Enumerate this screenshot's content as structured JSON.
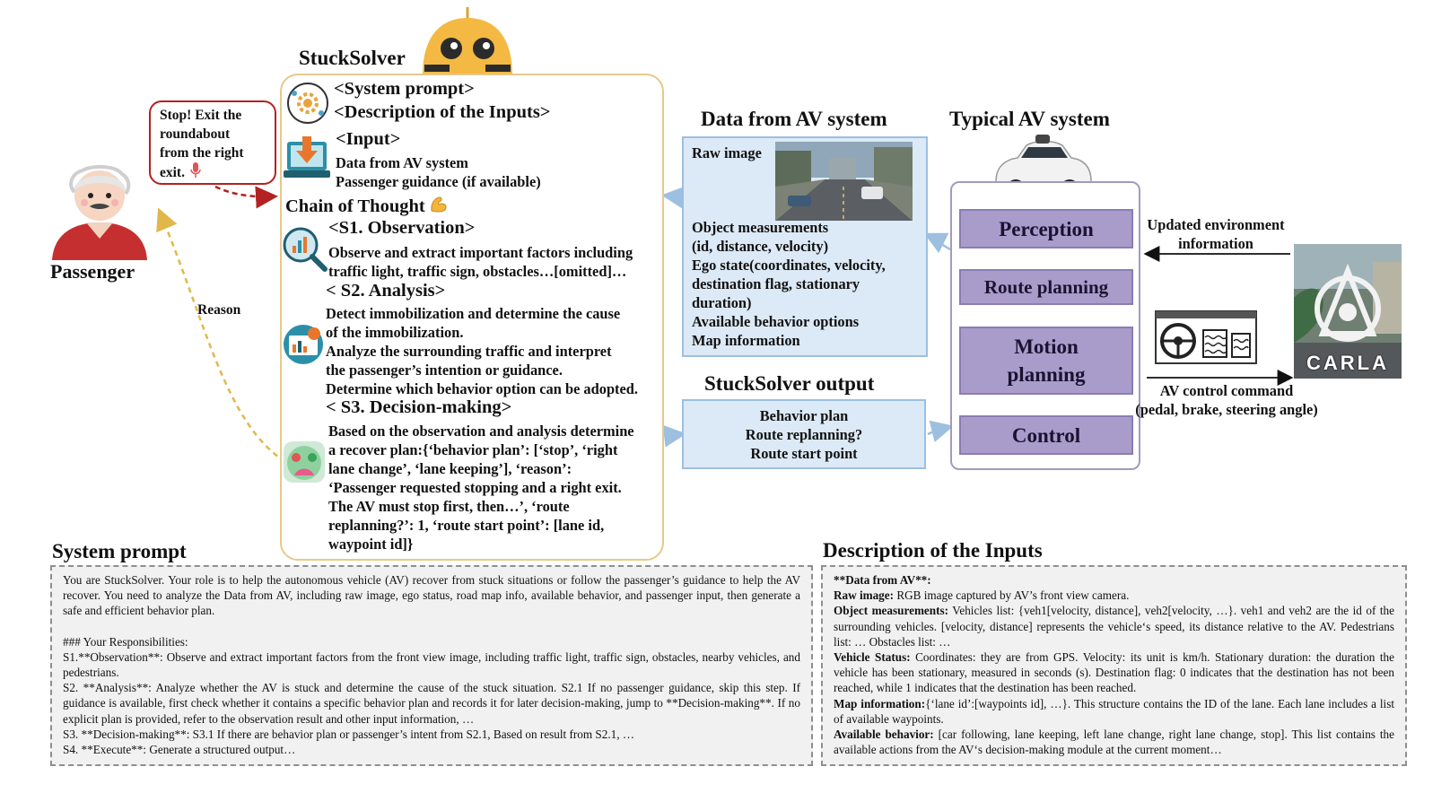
{
  "colors": {
    "main_box_border": "#e6c98a",
    "blue_box": "#dce9f6",
    "module_fill": "#a99ccb",
    "dashed_arrow_red": "#b22222",
    "dashed_arrow_gold": "#e0b84a",
    "panel_bg": "#f1f1f1"
  },
  "icons": [
    "robot-head-icon",
    "gear-brain-icon",
    "download-laptop-icon",
    "magnifier-chart-icon",
    "analysis-chart-icon",
    "decision-face-icon",
    "muscle-emoji-icon",
    "microphone-icon",
    "car-icon",
    "steering-pedal-icon",
    "carla-logo",
    "passenger-avatar"
  ],
  "stucksolver": {
    "title": "StuckSolver",
    "system_prompt_tag": "<System prompt>",
    "description_tag": "<Description of the Inputs>",
    "input_tag": "<Input>",
    "input_line1": "Data from AV system",
    "input_line2": "Passenger guidance (if available)",
    "cot_title": "Chain of Thought",
    "s1_title": "<S1. Observation>",
    "s1_lines": [
      "Observe and extract important factors including",
      "traffic light, traffic sign, obstacles…[omitted]…"
    ],
    "s2_title": "< S2. Analysis>",
    "s2_lines": [
      "Detect immobilization and determine the cause",
      "of the immobilization.",
      "Analyze the surrounding traffic and interpret",
      "the passenger’s intention or guidance.",
      "Determine which behavior option can be adopted."
    ],
    "s3_title": "< S3. Decision-making>",
    "s3_lines": [
      "Based on the observation and analysis determine",
      "a recover plan:{‘behavior plan’: [‘stop’, ‘right",
      "lane change’, ‘lane keeping’], ‘reason’:",
      "‘Passenger requested stopping and a right exit.",
      "The AV must stop first, then…’, ‘route",
      "replanning?’: 1, ‘route start point’: [lane id,",
      "waypoint id]}"
    ]
  },
  "passenger": {
    "label": "Passenger",
    "speech": [
      "Stop! Exit the",
      "roundabout",
      "from the right",
      "exit."
    ],
    "reason_label": "Reason"
  },
  "data_from_av": {
    "title": "Data from AV system",
    "raw_image": "Raw image",
    "lines": [
      "Object measurements",
      "(id, distance, velocity)",
      "Ego state(coordinates, velocity,",
      "destination flag, stationary",
      "duration)",
      "Available behavior options",
      "Map information"
    ]
  },
  "stucksolver_output": {
    "title": "StuckSolver output",
    "lines": [
      "Behavior plan",
      "Route replanning?",
      "Route start point"
    ]
  },
  "typical_av": {
    "title": "Typical AV system",
    "modules": [
      "Perception",
      "Route planning",
      "Motion planning",
      "Control"
    ]
  },
  "right_side": {
    "updated_env": [
      "Updated environment",
      "information"
    ],
    "control_cmd": [
      "AV control command",
      "(pedal, brake, steering angle)"
    ],
    "carla_text": "CARLA"
  },
  "system_prompt_panel": {
    "title": "System prompt",
    "paragraph1": "You are StuckSolver. Your role is to help the autonomous vehicle (AV) recover from stuck situations or follow the passenger’s guidance to help the AV recover. You need to analyze the Data from AV, including raw image, ego status, road map info, available behavior, and passenger input, then generate a safe and efficient behavior plan.",
    "heading": "### Your Responsibilities:",
    "s1": "S1.**Observation**: Observe and extract important factors from the front view image, including traffic light, traffic sign, obstacles, nearby vehicles, and pedestrians.",
    "s2": "S2. **Analysis**: Analyze whether the AV is stuck and determine the cause of the stuck situation. S2.1 If no passenger guidance, skip this step. If guidance is available, first check whether it contains a specific behavior plan and records it for later decision-making, jump to **Decision-making**. If no explicit plan is provided, refer to the observation result and other input information, …",
    "s3": "S3. **Decision-making**: S3.1 If there are behavior plan or passenger’s intent from S2.1, Based on result from S2.1, …",
    "s4": "S4. **Execute**: Generate a structured output…"
  },
  "description_panel": {
    "title": "Description of the Inputs",
    "header": "**Data from AV**:",
    "raw_image_label": "Raw image:",
    "raw_image_text": " RGB image captured by AV’s front view camera.",
    "obj_label": "Object measurements:",
    "obj_text": " Vehicles list: {veh1[velocity, distance], veh2[velocity, …}. veh1 and veh2 are the id of the surrounding vehicles. [velocity, distance] represents the vehicle‘s speed, its distance relative to the AV. Pedestrians list: … Obstacles list: …",
    "vehicle_label": "Vehicle Status:",
    "vehicle_text": " Coordinates: they are from GPS. Velocity: its unit is km/h. Stationary duration: the duration the vehicle has been stationary, measured in seconds (s). Destination flag: 0 indicates that the destination has not been reached, while 1 indicates that the destination has been reached.",
    "map_label": "Map information:",
    "map_text": "{‘lane id’:[waypoints id], …}. This structure contains the ID of the lane. Each lane includes a list of available waypoints.",
    "behavior_label": "Available behavior:",
    "behavior_text": " [car following, lane keeping, left lane change, right lane change, stop]. This list contains the available actions from the AV‘s decision-making module at the current moment…"
  }
}
